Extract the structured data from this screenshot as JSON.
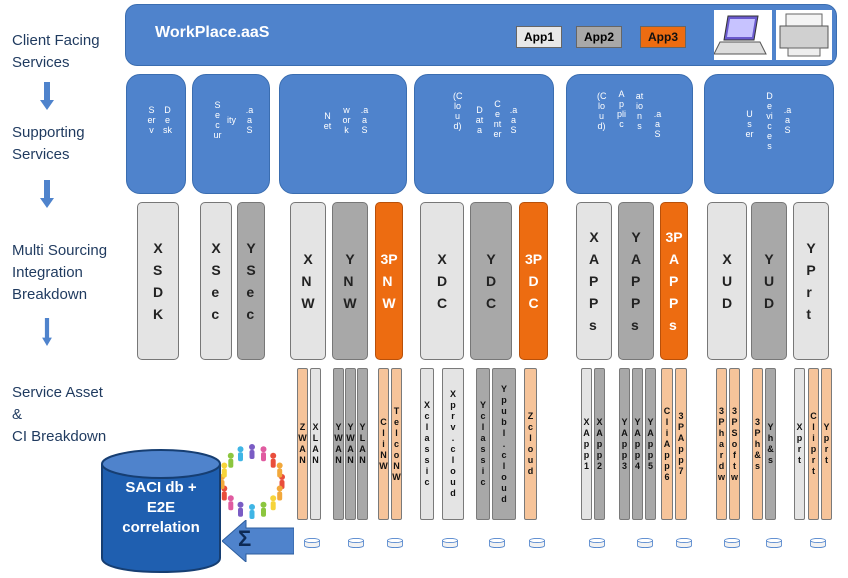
{
  "row_labels": {
    "client": [
      "Client Facing",
      "Services"
    ],
    "supporting": [
      "Supporting",
      "Services"
    ],
    "multi": [
      "Multi Sourcing",
      "Integration",
      "Breakdown"
    ],
    "asset": [
      "Service Asset",
      "&",
      "CI Breakdown"
    ]
  },
  "banner": {
    "title": "WorkPlace.aaS",
    "apps": [
      "App1",
      "App2",
      "App3"
    ]
  },
  "supporting": [
    {
      "cols": [
        "Serv",
        "Desk"
      ]
    },
    {
      "cols": [
        "Secur",
        "ity",
        ".aaS"
      ]
    },
    {
      "cols": [
        "Net",
        "work",
        ".aaS"
      ]
    },
    {
      "cols": [
        "(Cloud)",
        "Data",
        "Center",
        ".aaS"
      ]
    },
    {
      "cols": [
        "(Cloud)",
        "Applic",
        "ations",
        ".aaS"
      ]
    },
    {
      "cols": [
        "User",
        "Devices",
        ".aaS"
      ]
    }
  ],
  "multi_bars": [
    {
      "lines": [
        "X",
        "SDK"
      ],
      "style": "light"
    },
    {
      "lines": [
        "X",
        "Sec"
      ],
      "style": "light"
    },
    {
      "lines": [
        "Y",
        "Sec"
      ],
      "style": "dark"
    },
    {
      "lines": [
        "X",
        "NW"
      ],
      "style": "light"
    },
    {
      "lines": [
        "Y",
        "NW"
      ],
      "style": "dark"
    },
    {
      "lines": [
        "3P",
        "NW"
      ],
      "style": "orange"
    },
    {
      "lines": [
        "X",
        "DC"
      ],
      "style": "light"
    },
    {
      "lines": [
        "Y",
        "DC"
      ],
      "style": "dark"
    },
    {
      "lines": [
        "3P",
        "DC"
      ],
      "style": "orange"
    },
    {
      "lines": [
        "X",
        "APPs"
      ],
      "style": "light"
    },
    {
      "lines": [
        "Y",
        "APPs"
      ],
      "style": "dark"
    },
    {
      "lines": [
        "3P",
        "APPs"
      ],
      "style": "orange"
    },
    {
      "lines": [
        "X",
        "UD"
      ],
      "style": "light"
    },
    {
      "lines": [
        "Y",
        "UD"
      ],
      "style": "dark"
    },
    {
      "lines": [
        "Y",
        "Prt"
      ],
      "style": "light"
    }
  ],
  "ci_items": [
    {
      "text": "ZWAN",
      "style": "peach"
    },
    {
      "text": "XLAN",
      "style": "light"
    },
    {
      "text": "YWAN",
      "style": "dark"
    },
    {
      "text": "YWAN",
      "style": "dark"
    },
    {
      "text": "YLAN",
      "style": "dark"
    },
    {
      "text": "CliNW",
      "style": "peach"
    },
    {
      "text": "TelcoNW",
      "style": "peach"
    },
    {
      "text": "Xclassic",
      "style": "light"
    },
    {
      "text": "Xprv.cloud",
      "style": "light"
    },
    {
      "text": "Yclassic",
      "style": "dark"
    },
    {
      "text": "Ypubl.cloud",
      "style": "dark"
    },
    {
      "text": "Zcloud",
      "style": "peach"
    },
    {
      "text": "XApp1",
      "style": "light"
    },
    {
      "text": "XApp2",
      "style": "dark"
    },
    {
      "text": "YApp3",
      "style": "dark"
    },
    {
      "text": "YApp4",
      "style": "dark"
    },
    {
      "text": "YApp5",
      "style": "dark"
    },
    {
      "text": "CliApp6",
      "style": "peach"
    },
    {
      "text": "3PApp7",
      "style": "peach"
    },
    {
      "text": "3Phardw",
      "style": "peach"
    },
    {
      "text": "3PSoftw",
      "style": "peach"
    },
    {
      "text": "3Ph&s",
      "style": "peach"
    },
    {
      "text": "Yh&s",
      "style": "dark"
    },
    {
      "text": "Xprt",
      "style": "light"
    },
    {
      "text": "Cliprt",
      "style": "peach"
    },
    {
      "text": "Yprt",
      "style": "peach"
    }
  ],
  "database": {
    "lines": [
      "SACI db +",
      "E2E",
      "correlation"
    ],
    "sigma": "Σ"
  },
  "colors": {
    "blue": "#4f83cc",
    "orange": "#ed6c11",
    "light": "#e4e4e4",
    "dark": "#a8a8a8",
    "peach": "#f6c49a"
  }
}
